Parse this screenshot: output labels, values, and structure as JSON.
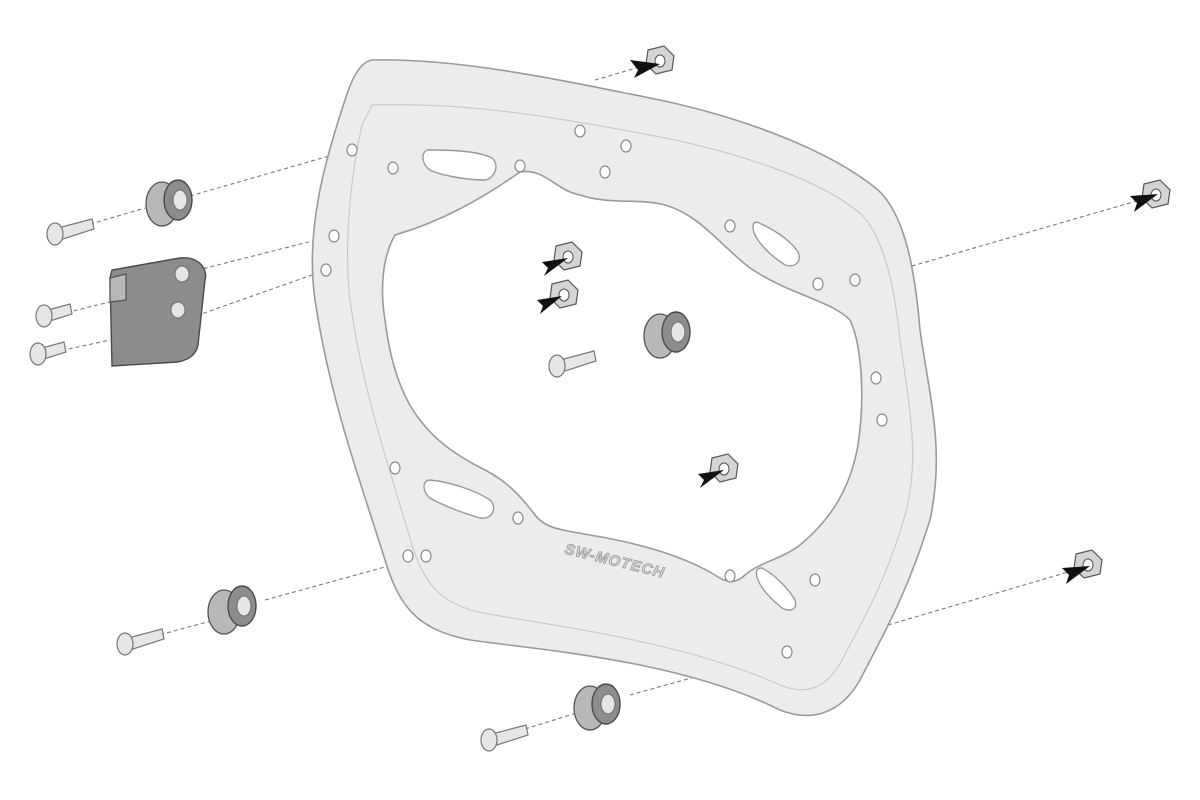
{
  "diagram": {
    "frame_logo_text": "SW-MOTECH",
    "colors": {
      "background": "#ffffff",
      "frame_fill": "#ececec",
      "frame_stroke": "#9a9a9a",
      "part_dark": "#8c8c8c",
      "arrow": "#111111"
    },
    "icons": [
      "mounting-frame",
      "bracket",
      "bolt-icon",
      "spacer-icon",
      "nut-icon",
      "arrow-icon"
    ]
  }
}
